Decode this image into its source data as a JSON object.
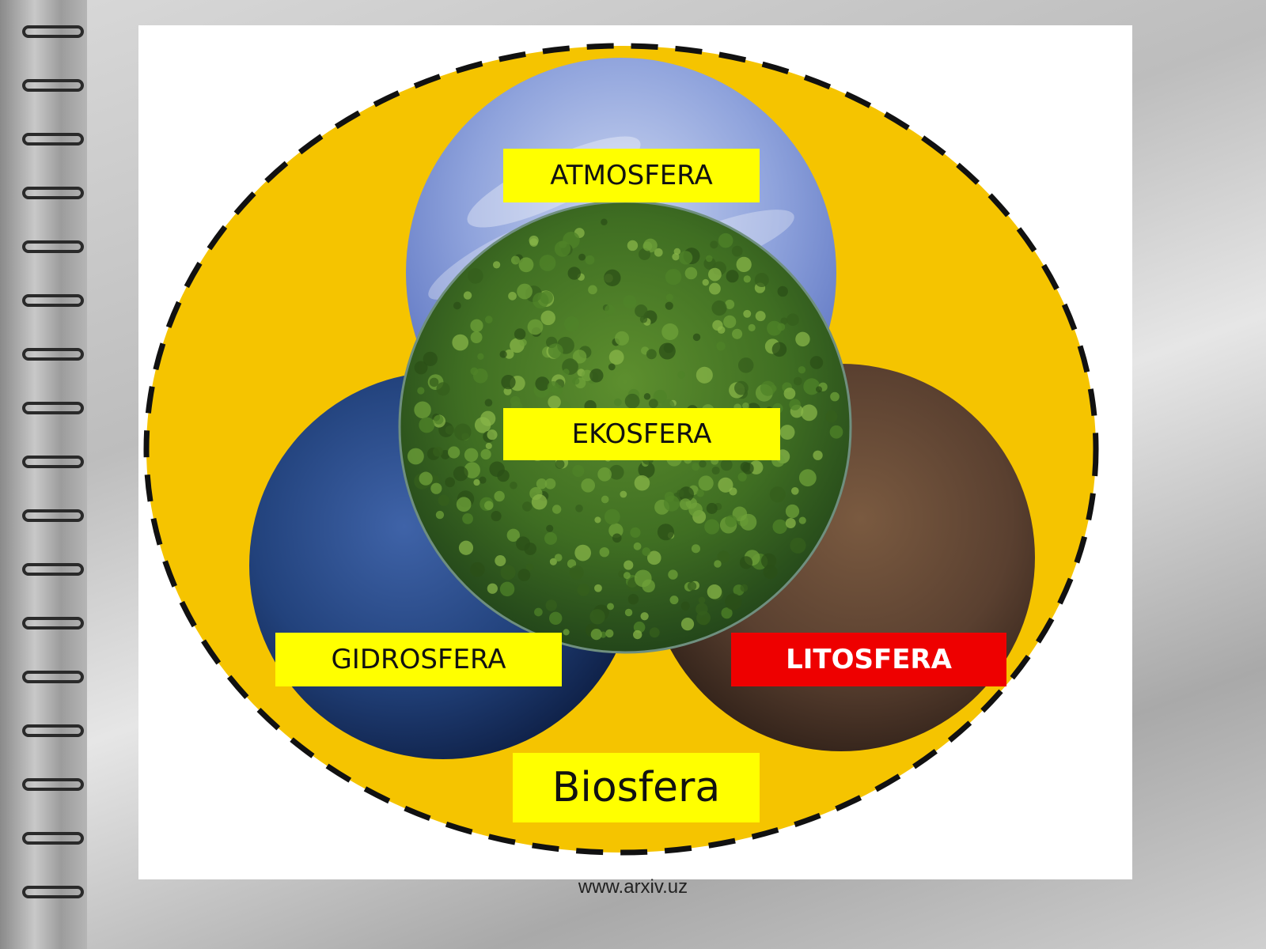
{
  "diagram": {
    "spheres": {
      "atmosphere": {
        "label": "ATMOSFERA",
        "fill": "#8aa0d8"
      },
      "ecosphere": {
        "label": "EKOSFERA",
        "fill": "#3f6e22"
      },
      "hydrosphere": {
        "label": "GIDROSFERA",
        "fill": "#1f3f75"
      },
      "lithosphere": {
        "label": "LITOSFERA",
        "fill": "#5a4030"
      }
    },
    "biosphere": {
      "label": "Biosfera",
      "fill": "#f5c400"
    },
    "label_colors": {
      "yellow": "#ffff00",
      "red": "#ee0000"
    }
  },
  "footer": {
    "url": "www.arxiv.uz"
  }
}
